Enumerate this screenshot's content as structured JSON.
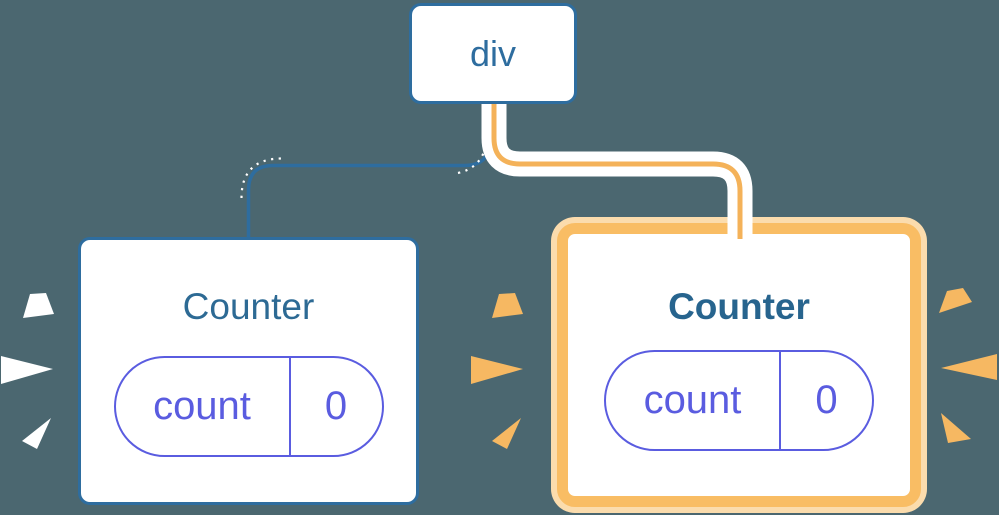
{
  "diagram": {
    "description": "React component tree: a div root with two Counter children; the right Counter has just been added/re-rendered (orange highlight and orange sparks), the left Counter keeps its state (white sparks)",
    "background_color": "#4b6770",
    "root_node": {
      "label": "div"
    },
    "left_component": {
      "title": "Counter",
      "state": {
        "key": "count",
        "value": "0"
      },
      "highlighted": false
    },
    "right_component": {
      "title": "Counter",
      "state": {
        "key": "count",
        "value": "0"
      },
      "highlighted": true
    },
    "colors": {
      "background": "#4b6770",
      "node_border_blue": "#2e6d9f",
      "left_title_text": "#2d6a94",
      "right_title_text": "#27648e",
      "state_pill_indigo": "#5a5ce0",
      "highlight_border_orange": "#f9bd64",
      "highlight_halo_peach": "#fbdcad",
      "pipe_core_orange": "#f4b259",
      "pipe_casing_white": "#ffffff",
      "spark_orange": "#f6b862",
      "spark_white": "#ffffff"
    },
    "icons": {
      "left_sparks": "white spark wedges (state preserved)",
      "middle_sparks": "orange spark wedges",
      "right_sparks": "orange spark wedges"
    }
  }
}
